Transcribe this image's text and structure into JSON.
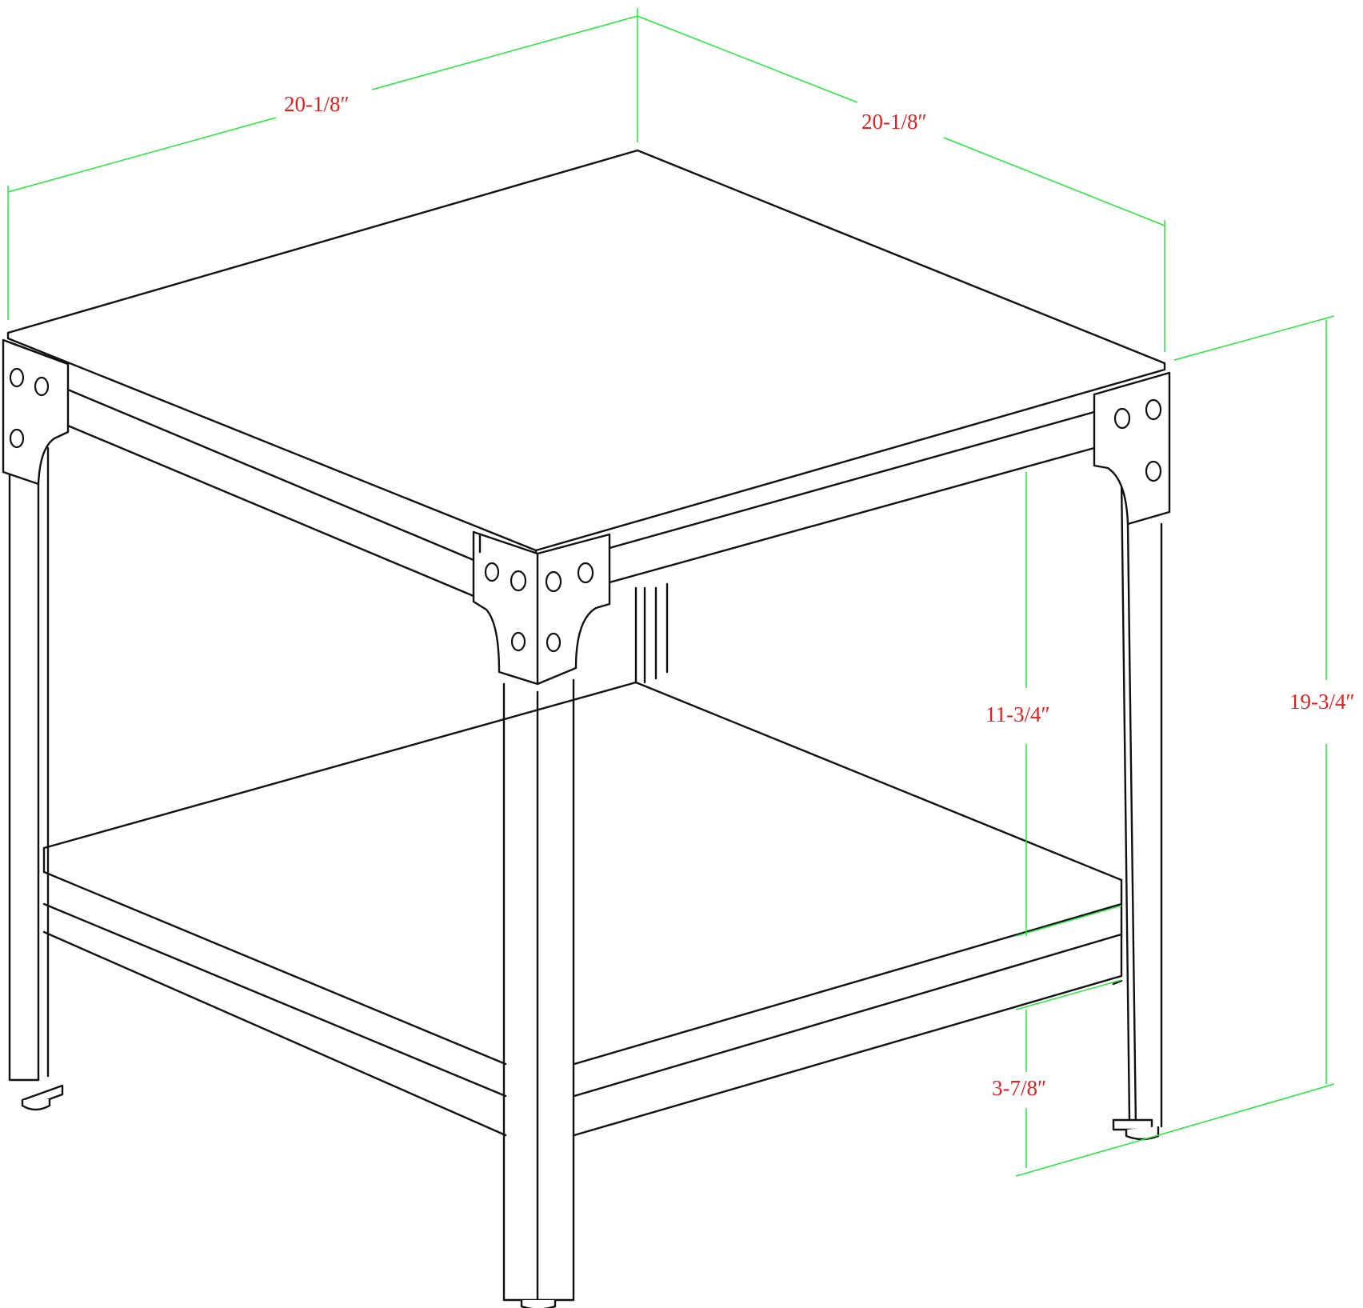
{
  "dimensions": {
    "width": "20-1/8″",
    "depth": "20-1/8″",
    "shelf_clearance": "11-3/4″",
    "overall_height": "19-3/4″",
    "floor_clearance": "3-7/8″"
  },
  "colors": {
    "outline": "#111111",
    "dimension_line": "#22e83a",
    "dimension_text": "#e32020",
    "background": "#ffffff"
  }
}
